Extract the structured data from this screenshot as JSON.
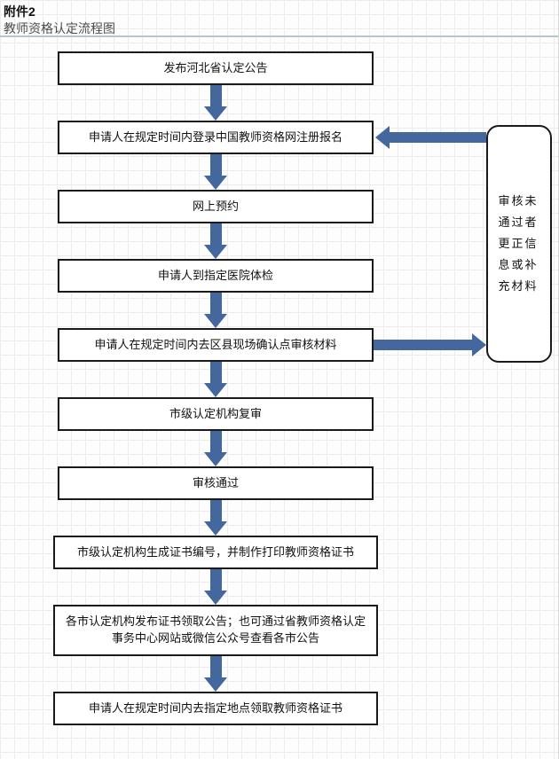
{
  "header": {
    "attachment": "附件2",
    "title": "教师资格认定流程图"
  },
  "flow": {
    "steps": [
      {
        "label": "发布河北省认定公告"
      },
      {
        "label": "申请人在规定时间内登录中国教师资格网注册报名"
      },
      {
        "label": "网上预约"
      },
      {
        "label": "申请人到指定医院体检"
      },
      {
        "label": "申请人在规定时间内去区县现场确认点审核材料"
      },
      {
        "label": "市级认定机构复审"
      },
      {
        "label": "审核通过"
      },
      {
        "label": "市级认定机构生成证书编号，并制作打印教师资格证书"
      },
      {
        "label": "各市认定机构发布证书领取公告；也可通过省教师资格认定事务中心网站或微信公众号查看各市公告"
      },
      {
        "label": "申请人在规定时间内去指定地点领取教师资格证书"
      }
    ],
    "feedback_note": "审核未通过者更正信息或补充材料"
  },
  "colors": {
    "arrow": "#44679E",
    "box_border": "#1a1a1a",
    "divider": "#b8c4ce"
  }
}
